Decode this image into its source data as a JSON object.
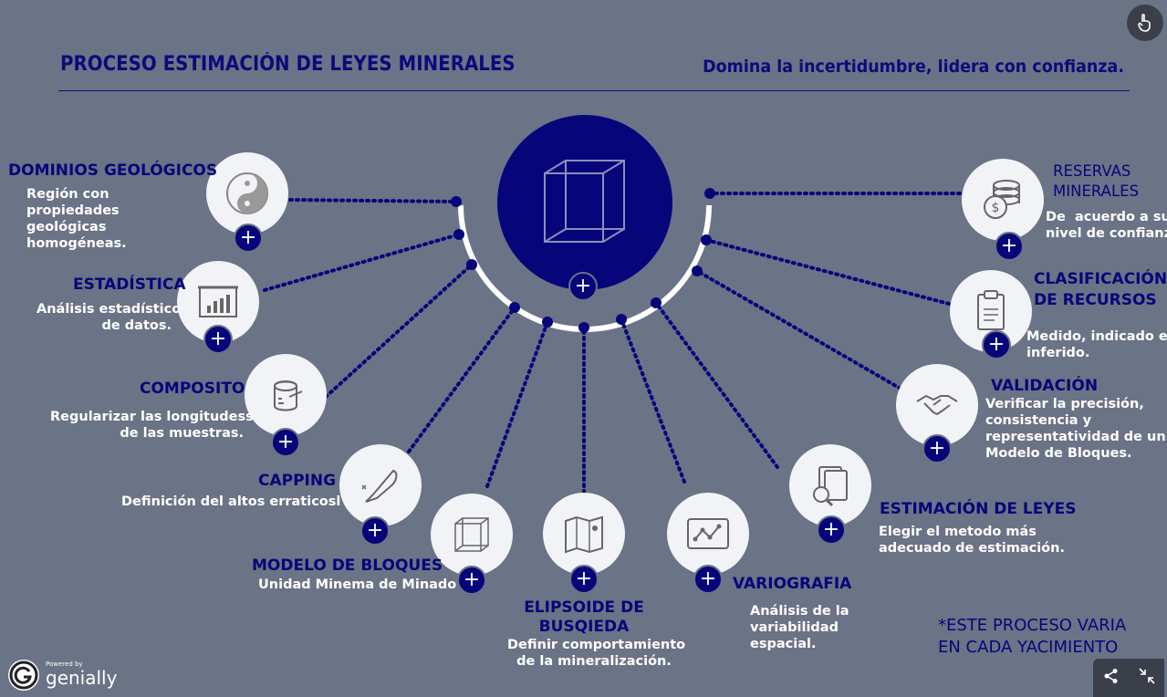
{
  "header": {
    "title": "PROCESO ESTIMACIÓN DE LEYES MINERALES",
    "subtitle": "Domina la incertidumbre, lidera con confianza."
  },
  "center": {
    "icon": "cube-icon"
  },
  "nodes": {
    "dominios": {
      "title": "DOMINIOS GEOLÓGICOS",
      "desc": "Región con\npropiedades\ngeológicas\nhomogéneas.",
      "icon": "yin-yang-icon"
    },
    "estadistica": {
      "title": "ESTADÍSTICA",
      "desc": "Análisis estadístico\nde datos.",
      "icon": "bar-chart-icon"
    },
    "composito": {
      "title": "COMPOSITO",
      "desc": "Regularizar las longitudess\nde las muestras.",
      "icon": "measuring-tape-icon"
    },
    "capping": {
      "title": "CAPPING",
      "desc": "Definición del altos erraticosl",
      "icon": "knife-icon"
    },
    "bloques": {
      "title": "MODELO DE BLOQUES",
      "desc": "Unidad Minema de Minado",
      "icon": "cube-icon"
    },
    "elipsoide": {
      "title": "ELIPSOIDE DE\nBUSQIEDA",
      "desc": "Definir comportamiento\nde la mineralización.",
      "icon": "map-icon"
    },
    "variografia": {
      "title": "VARIOGRAFIA",
      "desc": "Análisis de la\nvariabilidad\nespacial.",
      "icon": "line-chart-icon"
    },
    "estimacion": {
      "title": "ESTIMACIÓN DE LEYES",
      "desc": "Elegir el metodo más\nadecuado de estimación.",
      "icon": "document-search-icon"
    },
    "validacion": {
      "title": "VALIDACIÓN",
      "desc": "Verificar la precisión,\nconsistencia y\nrepresentatividad de un\nModelo de Bloques.",
      "icon": "handshake-icon"
    },
    "clasificacion": {
      "title": "CLASIFICACIÓN\nDE RECURSOS",
      "desc": "Medido, indicado e\ninferido.",
      "icon": "clipboard-icon"
    },
    "reservas": {
      "title": "RESERVAS\nMINERALES",
      "desc": "De  acuerdo a su\nnivel de confianza",
      "icon": "coins-icon"
    }
  },
  "plus_symbol": "+",
  "note": "*ESTE PROCESO VARIA\nEN CADA YACIMIENTO",
  "branding": {
    "powered": "Powered by",
    "name": "genially"
  },
  "colors": {
    "background": "#6b7386",
    "accent": "#06067a",
    "node": "#f2f3f7",
    "text_light": "#ffffff"
  }
}
